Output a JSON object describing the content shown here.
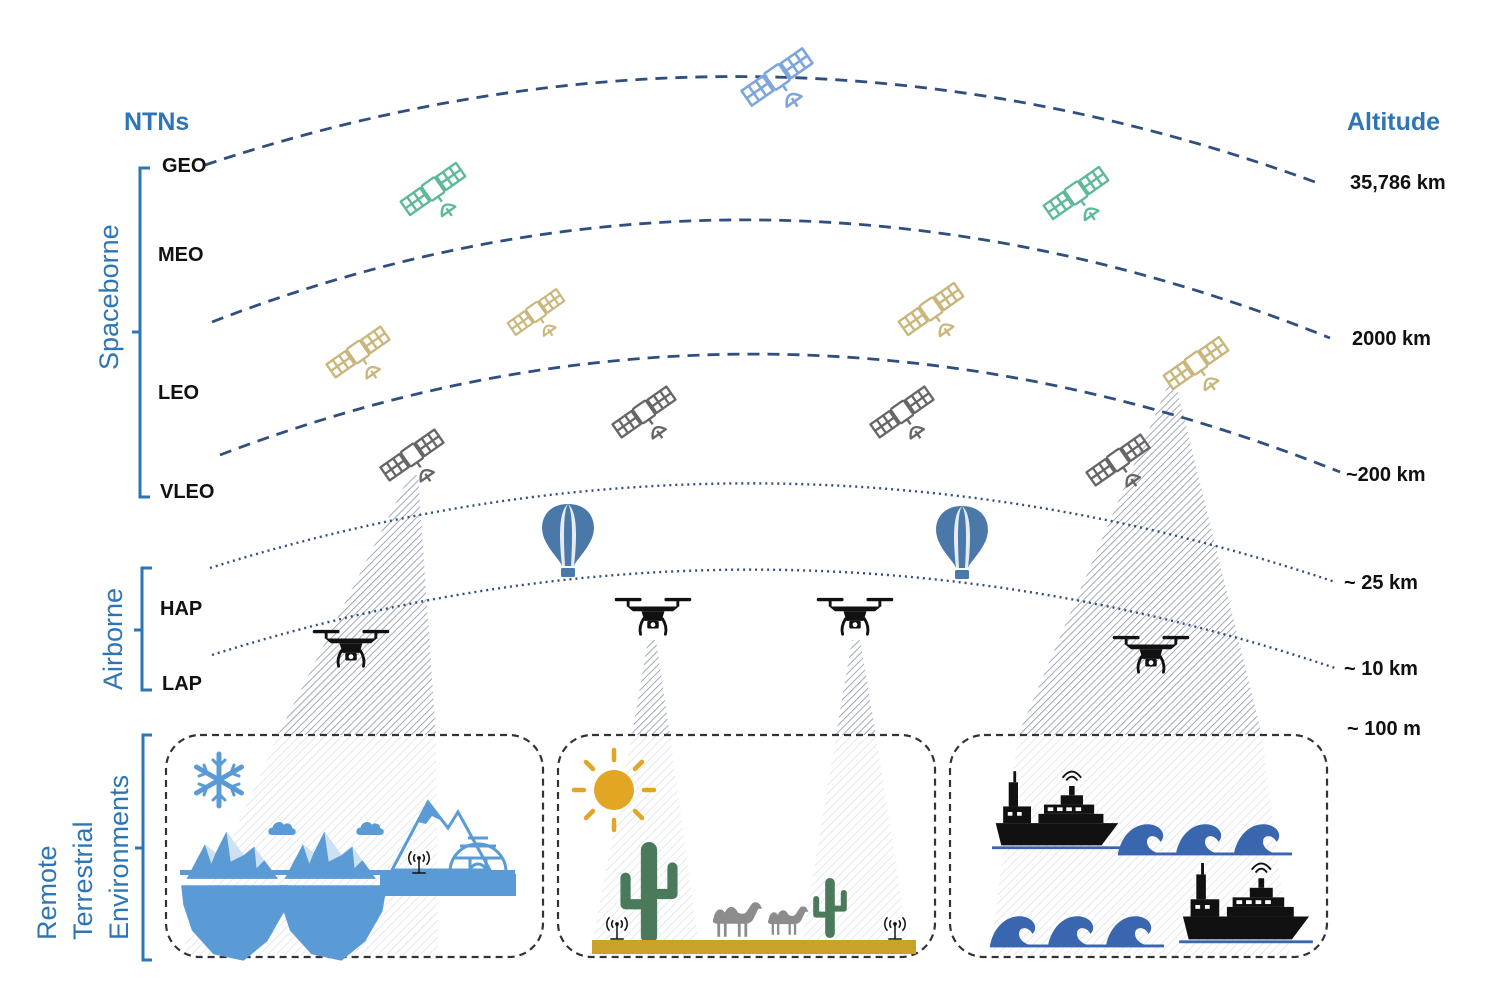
{
  "headings": {
    "left": "NTNs",
    "right": "Altitude"
  },
  "categories": {
    "spaceborne": "Spaceborne",
    "airborne": "Airborne",
    "terrestrial_line1": "Remote",
    "terrestrial_line2": "Terrestrial",
    "terrestrial_line3": "Environments"
  },
  "levels": {
    "geo": "GEO",
    "meo": "MEO",
    "leo": "LEO",
    "vleo": "VLEO",
    "hap": "HAP",
    "lap": "LAP"
  },
  "altitudes": {
    "geo": "35,786 km",
    "meo": "2000 km",
    "leo": "~200 km",
    "hap": "~ 25 km",
    "lap": "~ 10 km",
    "ground": "~ 100 m"
  },
  "colors": {
    "accent": "#2e75b6",
    "orbit_line": "#2f4f7f",
    "geo_satellite": "#7ea6dc",
    "meo_satellite": "#5fb89a",
    "leo_satellite": "#c9b67a",
    "vleo_satellite": "#666666",
    "balloon": "#4a78a8",
    "polar": "#5b9bd5",
    "desert": "#c9a227",
    "ocean": "#3a66b0"
  },
  "icons": [
    "satellite-icon",
    "balloon-icon",
    "drone-icon",
    "snowflake-icon",
    "sun-icon",
    "cactus-icon",
    "camel-icon",
    "ship-icon",
    "wave-icon",
    "igloo-icon",
    "antenna-icon",
    "iceberg-icon"
  ]
}
